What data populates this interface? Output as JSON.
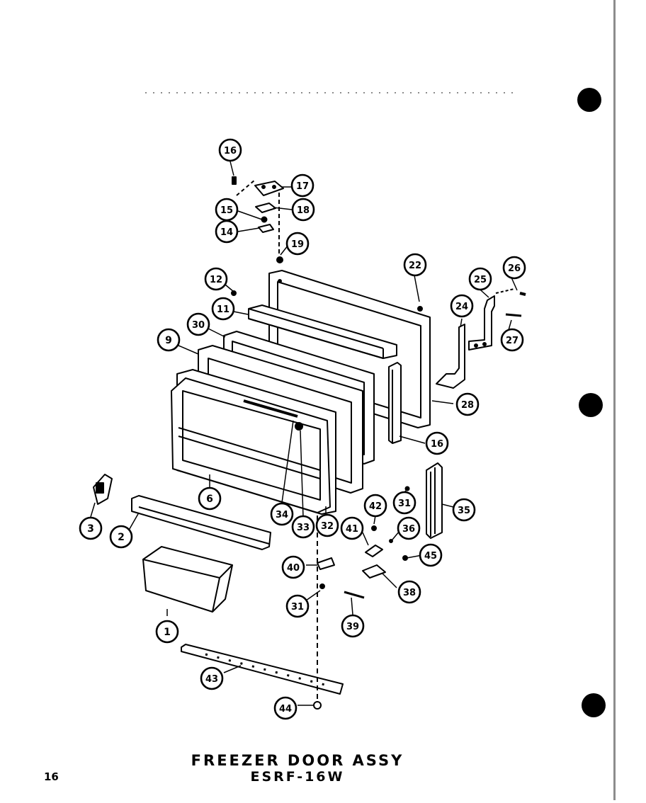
{
  "diagram": {
    "title": "FREEZER DOOR ASSY",
    "model": "ESRF-16W",
    "page_number": "16",
    "callouts": [
      {
        "id": "c16a",
        "label": "16"
      },
      {
        "id": "c17",
        "label": "17"
      },
      {
        "id": "c18",
        "label": "18"
      },
      {
        "id": "c15",
        "label": "15"
      },
      {
        "id": "c14",
        "label": "14"
      },
      {
        "id": "c19",
        "label": "19"
      },
      {
        "id": "c12",
        "label": "12"
      },
      {
        "id": "c11",
        "label": "11"
      },
      {
        "id": "c30",
        "label": "30"
      },
      {
        "id": "c9",
        "label": "9"
      },
      {
        "id": "c22",
        "label": "22"
      },
      {
        "id": "c25",
        "label": "25"
      },
      {
        "id": "c26",
        "label": "26"
      },
      {
        "id": "c24",
        "label": "24"
      },
      {
        "id": "c27",
        "label": "27"
      },
      {
        "id": "c28",
        "label": "28"
      },
      {
        "id": "c16b",
        "label": "16"
      },
      {
        "id": "c3",
        "label": "3"
      },
      {
        "id": "c2",
        "label": "2"
      },
      {
        "id": "c6",
        "label": "6"
      },
      {
        "id": "c34",
        "label": "34"
      },
      {
        "id": "c33",
        "label": "33"
      },
      {
        "id": "c32",
        "label": "32"
      },
      {
        "id": "c31a",
        "label": "31"
      },
      {
        "id": "c35",
        "label": "35"
      },
      {
        "id": "c42",
        "label": "42"
      },
      {
        "id": "c41",
        "label": "41"
      },
      {
        "id": "c36",
        "label": "36"
      },
      {
        "id": "c45",
        "label": "45"
      },
      {
        "id": "c40",
        "label": "40"
      },
      {
        "id": "c38",
        "label": "38"
      },
      {
        "id": "c31b",
        "label": "31"
      },
      {
        "id": "c39",
        "label": "39"
      },
      {
        "id": "c1",
        "label": "1"
      },
      {
        "id": "c43",
        "label": "43"
      },
      {
        "id": "c44",
        "label": "44"
      }
    ]
  }
}
